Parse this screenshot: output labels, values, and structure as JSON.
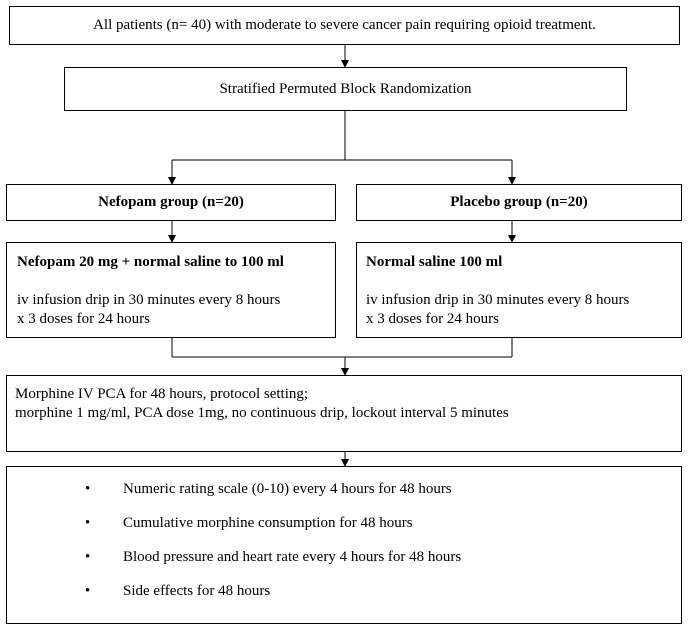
{
  "boxes": {
    "population": "All patients (n= 40) with moderate to severe cancer pain requiring opioid treatment.",
    "randomization": "Stratified Permuted Block Randomization",
    "nefopam_group": "Nefopam group (n=20)",
    "placebo_group": "Placebo group (n=20)",
    "nefopam_treatment": {
      "title": "Nefopam 20 mg + normal saline to 100 ml",
      "line1": "iv infusion drip in 30 minutes every 8 hours",
      "line2": "x 3 doses for 24 hours"
    },
    "placebo_treatment": {
      "title": "Normal saline 100 ml",
      "line1": "iv infusion drip in 30 minutes every 8 hours",
      "line2": "x 3 doses for 24 hours"
    },
    "pca": {
      "line1": "Morphine IV PCA for 48 hours, protocol setting;",
      "line2": "morphine 1 mg/ml, PCA dose 1mg, no continuous drip, lockout interval 5 minutes"
    },
    "outcomes": [
      "Numeric rating scale (0-10) every 4 hours for 48 hours",
      "Cumulative morphine consumption for 48 hours",
      "Blood pressure and heart rate every 4 hours for 48 hours",
      "Side effects for 48 hours"
    ]
  }
}
